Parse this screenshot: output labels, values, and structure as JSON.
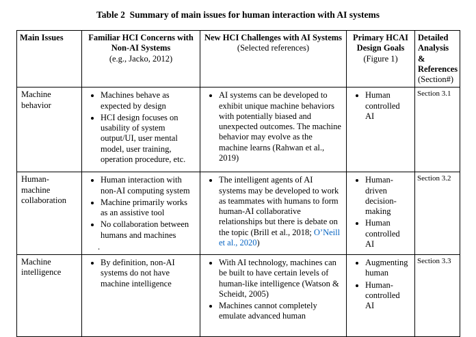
{
  "title": "Table 2  Summary of main issues for human interaction with AI systems",
  "link_color": "#0563C1",
  "headers": {
    "main_issues": "Main Issues",
    "familiar_bold": "Familiar HCI Concerns with Non-AI Systems",
    "familiar_note": "(e.g., Jacko, 2012)",
    "challenges_bold": "New HCI Challenges with AI Systems",
    "challenges_note": "(Selected references)",
    "goals_bold": "Primary HCAI Design Goals",
    "goals_note": "(Figure 1)",
    "detailed_bold": "Detailed Analysis & References",
    "detailed_note": "(Section#)"
  },
  "rows": [
    {
      "issue": "Machine behavior",
      "familiar": [
        "Machines behave as expected by design",
        "HCI design focuses on usability of system output/UI, user mental model, user training, operation procedure, etc."
      ],
      "challenges": [
        "AI systems can be developed to exhibit unique machine behaviors with potentially biased and unexpected outcomes. The machine behavior may evolve as the machine learns (Rahwan et al., 2019)"
      ],
      "goals": [
        "Human controlled AI"
      ],
      "section": "Section 3.1"
    },
    {
      "issue": "Human-machine collaboration",
      "familiar": [
        "Human interaction with non-AI computing system",
        "Machine primarily works as an assistive tool",
        "No collaboration between humans and machines"
      ],
      "familiar_extra": ".",
      "challenge_pre": "The intelligent agents of AI systems may be developed to work as teammates with humans to form human-AI collaborative relationships but there is debate on the topic (Brill et al., 2018; ",
      "challenge_link": "O’Neill et al., 2020",
      "challenge_post": ")",
      "goals": [
        "Human-driven decision-making",
        "Human controlled AI"
      ],
      "section": "Section 3.2"
    },
    {
      "issue": "Machine intelligence",
      "familiar": [
        "By definition, non-AI systems do not have machine intelligence"
      ],
      "challenges": [
        "With AI technology, machines can be built to have certain levels of human-like intelligence (Watson & Scheidt, 2005)",
        "Machines cannot completely emulate advanced human"
      ],
      "goals": [
        "Augmenting human",
        "Human-controlled AI"
      ],
      "section": "Section 3.3"
    }
  ]
}
